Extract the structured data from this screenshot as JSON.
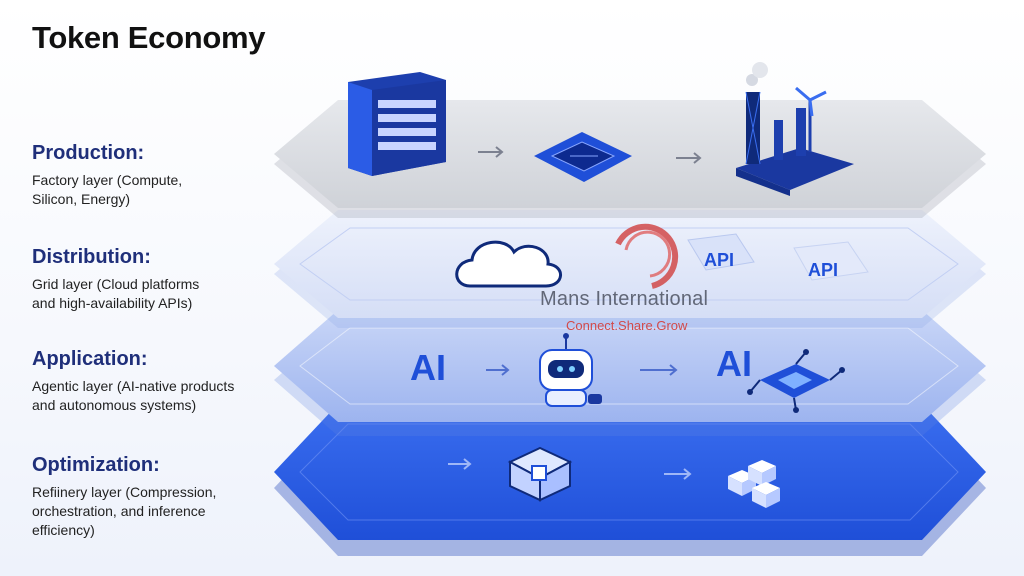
{
  "title": "Token Economy",
  "layers": [
    {
      "heading": "Production:",
      "description": "Factory layer (Compute,\nSilicon, Energy)"
    },
    {
      "heading": "Distribution:",
      "description": "Grid layer (Cloud platforms\nand high-availability APIs)"
    },
    {
      "heading": "Application:",
      "description": "Agentic layer (AI-native products\nand autonomous systems)"
    },
    {
      "heading": "Optimization:",
      "description": "Refiinery layer (Compression,\norchestration, and inference\nefficiency)"
    }
  ],
  "badges": {
    "api_1": "API",
    "api_2": "API",
    "ai_1": "AI",
    "ai_2": "AI"
  },
  "watermark": {
    "name": "Mans International",
    "tagline": "Connect.Share.Grow"
  },
  "colors": {
    "heading": "#1f2f7a",
    "accent_blue": "#2b5ce6",
    "deep_blue": "#1f4fd8",
    "gray_layer": "#d9dbe0",
    "watermark_red": "#d24a4a"
  },
  "icons": [
    "server-icon",
    "chip-icon",
    "factory-icon",
    "cloud-icon",
    "robot-icon",
    "circuit-icon",
    "package-icon",
    "cubes-icon",
    "arrow-icon"
  ]
}
